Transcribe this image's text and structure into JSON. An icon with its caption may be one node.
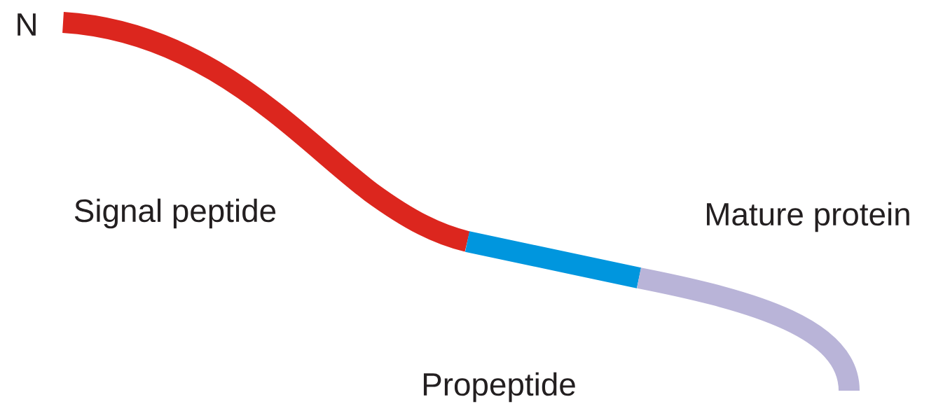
{
  "diagram": {
    "labels": [
      "N",
      "Signal peptide",
      "Mature protein",
      "Propeptide"
    ]
  }
}
